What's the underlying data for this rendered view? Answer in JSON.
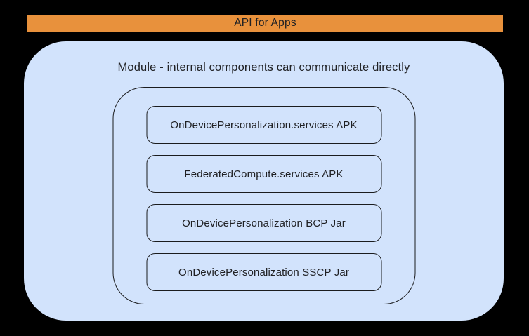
{
  "banner": {
    "label": "API for Apps"
  },
  "module": {
    "title": "Module - internal components can communicate directly",
    "components": [
      {
        "label": "OnDevicePersonalization.services APK"
      },
      {
        "label": "FederatedCompute.services APK"
      },
      {
        "label": "OnDevicePersonalization BCP Jar"
      },
      {
        "label": "OnDevicePersonalization SSCP Jar"
      }
    ]
  },
  "colors": {
    "page_bg": "#000000",
    "banner_bg": "#E8913C",
    "module_bg": "#D2E3FC",
    "outline": "#1B1C1E",
    "text": "#202124"
  }
}
